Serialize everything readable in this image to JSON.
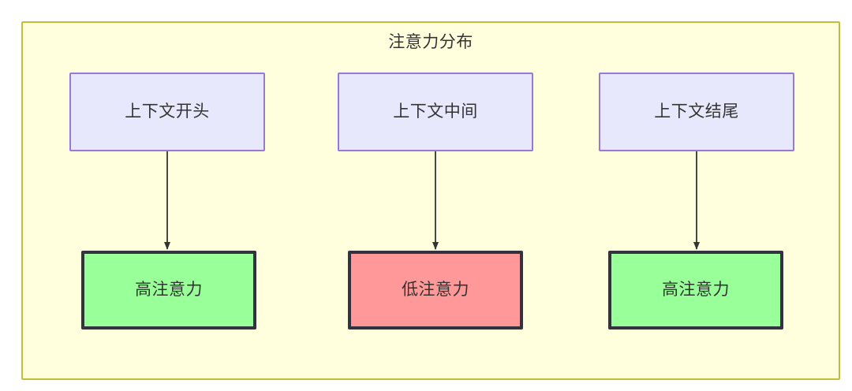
{
  "diagram": {
    "title": "注意力分布",
    "background_color": "#ffffff",
    "container": {
      "fill": "#ffffdd",
      "border_color": "#bfbf38"
    },
    "nodes": {
      "context": [
        {
          "id": "context-start",
          "label": "上下文开头",
          "fill": "#e8e8fd",
          "border": "#9a78d8"
        },
        {
          "id": "context-middle",
          "label": "上下文中间",
          "fill": "#e8e8fd",
          "border": "#9a78d8"
        },
        {
          "id": "context-end",
          "label": "上下文结尾",
          "fill": "#e8e8fd",
          "border": "#9a78d8"
        }
      ],
      "attention": [
        {
          "id": "attention-high-start",
          "label": "高注意力",
          "fill": "#99ff99",
          "border": "#333340"
        },
        {
          "id": "attention-low-middle",
          "label": "低注意力",
          "fill": "#ff9999",
          "border": "#333340"
        },
        {
          "id": "attention-high-end",
          "label": "高注意力",
          "fill": "#99ff99",
          "border": "#333340"
        }
      ]
    },
    "edges": [
      {
        "from": "上下文开头",
        "to": "高注意力",
        "label": ""
      },
      {
        "from": "上下文中间",
        "to": "低注意力",
        "label": ""
      },
      {
        "from": "上下文结尾",
        "to": "高注意力",
        "label": ""
      }
    ]
  }
}
